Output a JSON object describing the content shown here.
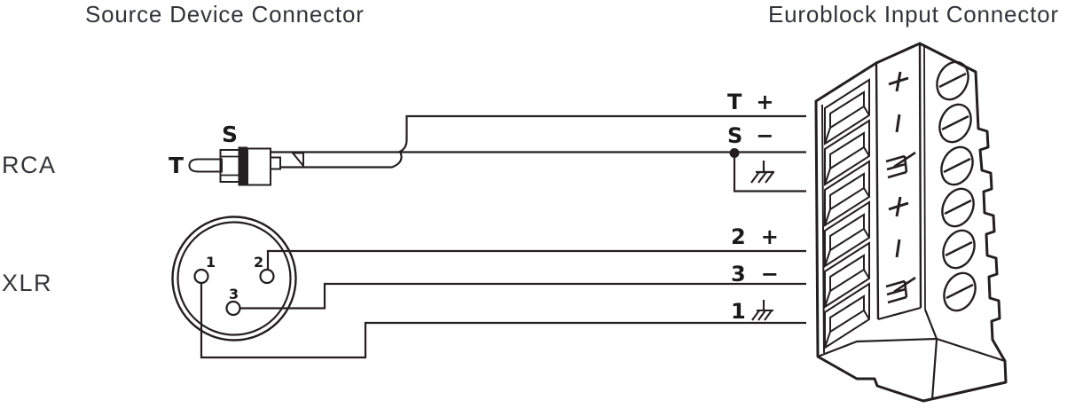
{
  "titles": {
    "source": "Source Device Connector",
    "euroblock": "Euroblock Input Connector"
  },
  "rca": {
    "label": "RCA",
    "plug_labels": {
      "tip": "T",
      "sleeve": "S"
    },
    "wires": [
      {
        "label": "T",
        "polarity": "+"
      },
      {
        "label": "S",
        "polarity": "−"
      },
      {
        "label": "",
        "polarity": "",
        "symbol": "chassis-ground"
      }
    ]
  },
  "xlr": {
    "label": "XLR",
    "pin_numbers": [
      "1",
      "2",
      "3"
    ],
    "wires": [
      {
        "label": "2",
        "polarity": "+"
      },
      {
        "label": "3",
        "polarity": "−"
      },
      {
        "label": "1",
        "polarity": "",
        "symbol": "chassis-ground"
      }
    ]
  },
  "euroblock": {
    "terminal_markings": [
      "+",
      "−",
      "chassis-ground",
      "+",
      "−",
      "chassis-ground"
    ],
    "slot_count": 6,
    "screw_count": 6
  },
  "colors": {
    "line": "#231f20",
    "title_text": "#313338",
    "label_text": "#1a1a1a"
  }
}
